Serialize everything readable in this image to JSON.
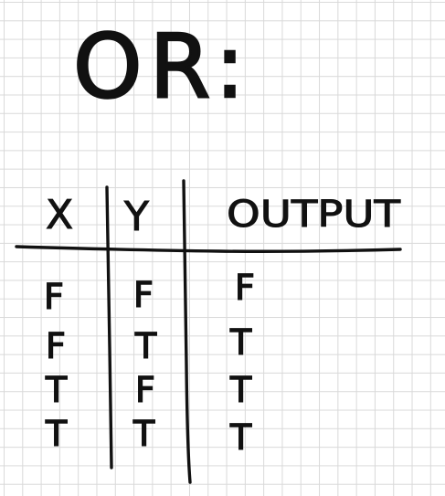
{
  "title": "OR:",
  "table": {
    "headers": [
      "X",
      "Y",
      "OUTPUT"
    ],
    "rows": [
      [
        "F",
        "F",
        "F"
      ],
      [
        "F",
        "T",
        "T"
      ],
      [
        "T",
        "F",
        "T"
      ],
      [
        "T",
        "T",
        "T"
      ]
    ]
  },
  "colors": {
    "ink": "#111111",
    "paper": "#ffffff",
    "grid": "#d9d9d9"
  }
}
